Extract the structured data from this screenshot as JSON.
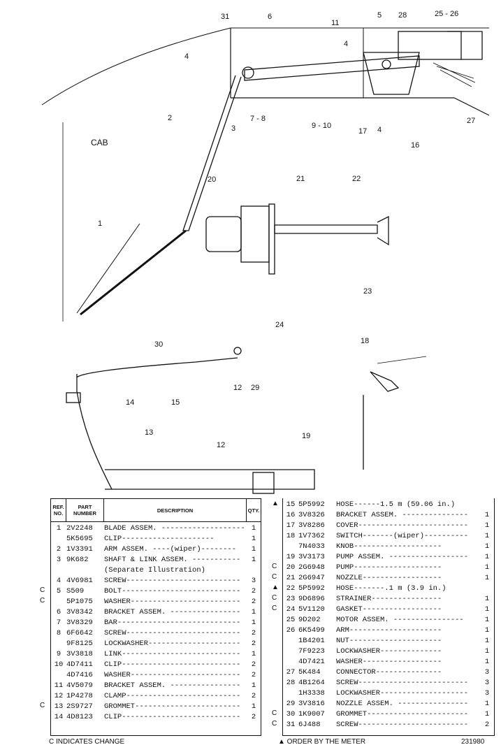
{
  "diagram": {
    "cab_label": "CAB",
    "callouts": [
      "31",
      "6",
      "4",
      "11",
      "5",
      "28",
      "25 - 26",
      "4",
      "2",
      "3",
      "7 - 8",
      "9 - 10",
      "17",
      "4",
      "16",
      "27",
      "1",
      "20",
      "21",
      "22",
      "23",
      "24",
      "30",
      "12",
      "29",
      "14",
      "15",
      "18",
      "13",
      "12",
      "19"
    ]
  },
  "table_left": {
    "header": {
      "ref": "REF. NO.",
      "part": "PART NUMBER",
      "desc": "DESCRIPTION",
      "qty": "QTY."
    },
    "rows": [
      {
        "change": "",
        "ref": "1",
        "part": "2V2248",
        "desc": "BLADE ASSEM. -------------------",
        "qty": "1"
      },
      {
        "change": "",
        "ref": "",
        "part": "5K5695",
        "desc": "      CLIP---------------------",
        "qty": "1"
      },
      {
        "change": "",
        "ref": "2",
        "part": "1V3391",
        "desc": "ARM ASSEM. ----(wiper)--------",
        "qty": "1"
      },
      {
        "change": "",
        "ref": "3",
        "part": "9K682",
        "desc": "SHAFT & LINK ASSEM. -----------",
        "qty": "1"
      },
      {
        "change": "",
        "ref": "",
        "part": "",
        "desc": "  (Separate Illustration)",
        "qty": ""
      },
      {
        "change": "",
        "ref": "4",
        "part": "4V6981",
        "desc": "SCREW--------------------------",
        "qty": "3"
      },
      {
        "change": "C",
        "ref": "5",
        "part": "S509",
        "desc": "BOLT---------------------------",
        "qty": "2"
      },
      {
        "change": "C",
        "ref": "",
        "part": "5P1075",
        "desc": "WASHER-------------------------",
        "qty": "2"
      },
      {
        "change": "",
        "ref": "6",
        "part": "3V8342",
        "desc": "BRACKET ASSEM. ----------------",
        "qty": "1"
      },
      {
        "change": "",
        "ref": "7",
        "part": "3V8329",
        "desc": "BAR----------------------------",
        "qty": "1"
      },
      {
        "change": "",
        "ref": "8",
        "part": "6F6642",
        "desc": "SCREW--------------------------",
        "qty": "2"
      },
      {
        "change": "",
        "ref": "",
        "part": "9F8125",
        "desc": "LOCKWASHER---------------------",
        "qty": "2"
      },
      {
        "change": "",
        "ref": "9",
        "part": "3V3818",
        "desc": "LINK---------------------------",
        "qty": "1"
      },
      {
        "change": "",
        "ref": "10",
        "part": "4D7411",
        "desc": "CLIP---------------------------",
        "qty": "2"
      },
      {
        "change": "",
        "ref": "",
        "part": "4D7416",
        "desc": "WASHER-------------------------",
        "qty": "2"
      },
      {
        "change": "",
        "ref": "11",
        "part": "4V5079",
        "desc": "BRACKET ASSEM. ----------------",
        "qty": "1"
      },
      {
        "change": "",
        "ref": "12",
        "part": "1P4278",
        "desc": "CLAMP--------------------------",
        "qty": "2"
      },
      {
        "change": "C",
        "ref": "13",
        "part": "2S9727",
        "desc": "GROMMET------------------------",
        "qty": "1"
      },
      {
        "change": "",
        "ref": "14",
        "part": "4D8123",
        "desc": "CLIP---------------------------",
        "qty": "2"
      }
    ]
  },
  "table_right": {
    "rows": [
      {
        "change": "▲",
        "ref": "15",
        "part": "5P5992",
        "desc": "HOSE------1.5 m (59.06 in.)",
        "qty": ""
      },
      {
        "change": "",
        "ref": "16",
        "part": "3V8326",
        "desc": "BRACKET ASSEM. ---------------",
        "qty": "1"
      },
      {
        "change": "",
        "ref": "17",
        "part": "3V8286",
        "desc": "COVER-------------------------",
        "qty": "1"
      },
      {
        "change": "",
        "ref": "18",
        "part": "1V7362",
        "desc": "SWITCH-------(wiper)----------",
        "qty": "1"
      },
      {
        "change": "",
        "ref": "",
        "part": "7N4033",
        "desc": "      KNOB--------------------",
        "qty": "1"
      },
      {
        "change": "",
        "ref": "19",
        "part": "3V3173",
        "desc": "PUMP ASSEM. ------------------",
        "qty": "1"
      },
      {
        "change": "C",
        "ref": "20",
        "part": "2G6948",
        "desc": "      PUMP--------------------",
        "qty": "1"
      },
      {
        "change": "C",
        "ref": "21",
        "part": "2G6947",
        "desc": "      NOZZLE------------------",
        "qty": "1"
      },
      {
        "change": "▲",
        "ref": "22",
        "part": "5P5992",
        "desc": "      HOSE-------.1 m (3.9 in.)",
        "qty": ""
      },
      {
        "change": "C",
        "ref": "23",
        "part": "9D6896",
        "desc": "      STRAINER----------------",
        "qty": "1"
      },
      {
        "change": "C",
        "ref": "24",
        "part": "5V1120",
        "desc": "      GASKET------------------",
        "qty": "1"
      },
      {
        "change": "",
        "ref": "25",
        "part": "9D202",
        "desc": "MOTOR ASSEM. ----------------",
        "qty": "1"
      },
      {
        "change": "",
        "ref": "26",
        "part": "6K5499",
        "desc": "      ARM---------------------",
        "qty": "1"
      },
      {
        "change": "",
        "ref": "",
        "part": "1B4201",
        "desc": "      NUT---------------------",
        "qty": "1"
      },
      {
        "change": "",
        "ref": "",
        "part": "7F9223",
        "desc": "      LOCKWASHER--------------",
        "qty": "1"
      },
      {
        "change": "",
        "ref": "",
        "part": "4D7421",
        "desc": "      WASHER------------------",
        "qty": "1"
      },
      {
        "change": "",
        "ref": "27",
        "part": "5K484",
        "desc": "      CONNECTOR---------------",
        "qty": "3"
      },
      {
        "change": "",
        "ref": "28",
        "part": "4B1264",
        "desc": "SCREW-------------------------",
        "qty": "3"
      },
      {
        "change": "",
        "ref": "",
        "part": "1H3338",
        "desc": "LOCKWASHER--------------------",
        "qty": "3"
      },
      {
        "change": "",
        "ref": "29",
        "part": "3V3816",
        "desc": "NOZZLE ASSEM. ----------------",
        "qty": "1"
      },
      {
        "change": "C",
        "ref": "30",
        "part": "1K9007",
        "desc": "GROMMET-----------------------",
        "qty": "1"
      },
      {
        "change": "C",
        "ref": "31",
        "part": "6J488",
        "desc": "SCREW-------------------------",
        "qty": "2"
      }
    ]
  },
  "footer": {
    "change_note": "C INDICATES CHANGE",
    "meter_note": "▲ ORDER BY THE METER",
    "doc_number": "231980"
  }
}
